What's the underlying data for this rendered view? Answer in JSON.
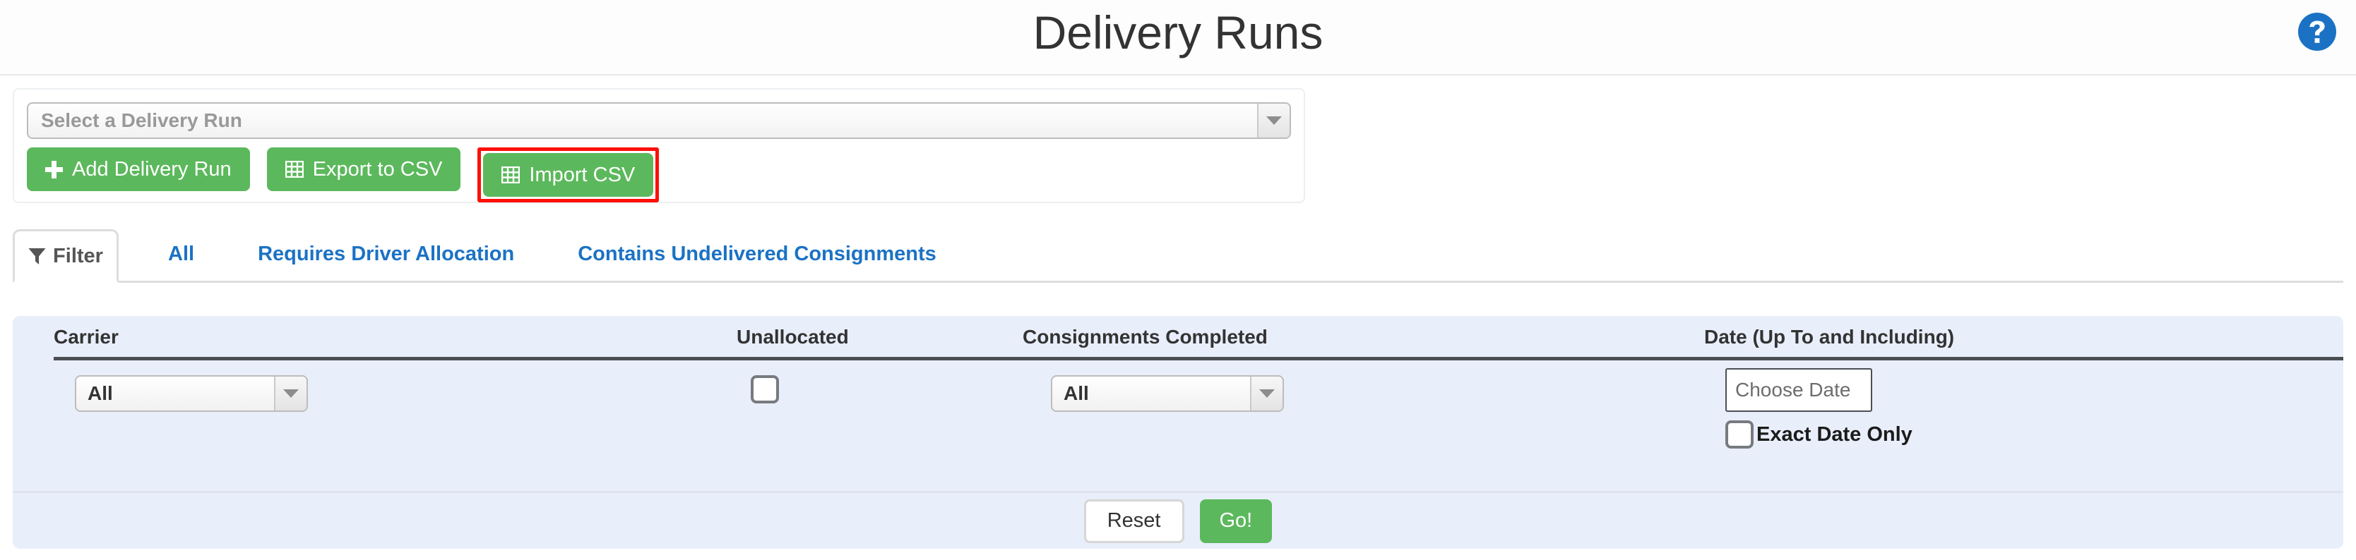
{
  "header": {
    "title": "Delivery Runs",
    "help_icon": "help-circle-icon"
  },
  "top_card": {
    "run_select": {
      "value": "Select a Delivery Run",
      "placeholder": "Select a Delivery Run",
      "arrow_icon": "caret-down-icon"
    },
    "buttons": [
      {
        "label": "Add Delivery Run",
        "icon": "plus-icon",
        "style": "green",
        "highlighted": false
      },
      {
        "label": "Export to CSV",
        "icon": "table-icon",
        "style": "green",
        "highlighted": false
      },
      {
        "label": "Import CSV",
        "icon": "table-icon",
        "style": "green",
        "highlighted": true
      }
    ]
  },
  "tabs": [
    {
      "label": "Filter",
      "icon": "funnel-icon",
      "active": true
    },
    {
      "label": "All",
      "active": false
    },
    {
      "label": "Requires Driver Allocation",
      "active": false
    },
    {
      "label": "Contains Undelivered Consignments",
      "active": false
    }
  ],
  "filter": {
    "headers": {
      "carrier": "Carrier",
      "unallocated": "Unallocated",
      "consignments_completed": "Consignments Completed",
      "date": "Date (Up To and Including)"
    },
    "carrier_select": {
      "value": "All",
      "arrow_icon": "caret-down-icon"
    },
    "unallocated_checkbox": {
      "checked": false
    },
    "consignments_select": {
      "value": "All",
      "arrow_icon": "caret-down-icon"
    },
    "date_input": {
      "value": "",
      "placeholder": "Choose Date"
    },
    "exact_date": {
      "label": "Exact Date Only",
      "checked": false
    },
    "actions": {
      "reset": "Reset",
      "go": "Go!"
    }
  },
  "colors": {
    "green": "#5cb85c",
    "highlight_red": "#fc1008",
    "link_blue": "#1b72c4",
    "panel_blue": "#e9eefb",
    "help_blue": "#1b72c4"
  }
}
